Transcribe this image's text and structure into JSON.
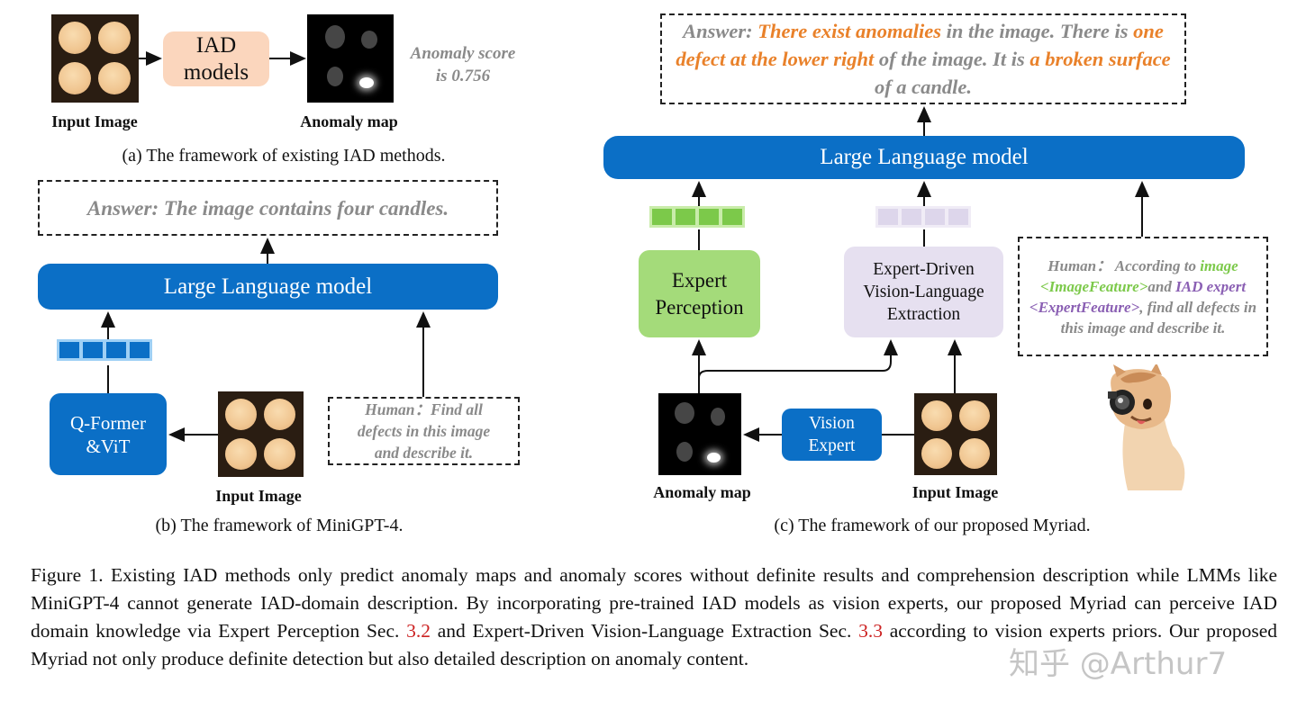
{
  "panel_a": {
    "iad_models": "IAD\nmodels",
    "anomaly_score": "Anomaly score\nis 0.756",
    "input_label": "Input Image",
    "map_label": "Anomaly map",
    "caption": "(a) The framework of existing IAD methods."
  },
  "panel_b": {
    "answer": "Answer: The image contains four candles.",
    "llm": "Large Language model",
    "qformer": "Q-Former\n&ViT",
    "human": "Human：Find all\ndefects in this image\nand describe it.",
    "input_label": "Input Image",
    "caption": "(b) The framework of MiniGPT-4."
  },
  "panel_c": {
    "answer_parts": [
      "Answer: ",
      "There exist anomalies",
      " in the image. There is ",
      "one defect at the lower right",
      " of the image. It is ",
      "a broken surface",
      " of a candle."
    ],
    "llm": "Large Language model",
    "expert_perception": "Expert\nPerception",
    "evle": "Expert-Driven\nVision-Language\nExtraction",
    "human_parts": [
      "Human： According to ",
      "image <ImageFeature>",
      "and ",
      "IAD expert <ExpertFeature>",
      ", find all defects in this image and describe it."
    ],
    "vision_expert": "Vision\nExpert",
    "map_label": "Anomaly map",
    "input_label": "Input Image",
    "caption": "(c) The framework of our proposed Myriad."
  },
  "figure_caption": {
    "t1": "Figure 1.  Existing IAD methods only predict anomaly maps and anomaly scores without definite results and comprehension description while LMMs like MiniGPT-4 cannot generate IAD-domain description. By incorporating pre-trained IAD models as vision experts, our proposed Myriad can perceive IAD domain knowledge via Expert Perception Sec. ",
    "ref1": "3.2",
    "t2": " and Expert-Driven Vision-Language Extraction Sec. ",
    "ref2": "3.3",
    "t3": " according to vision experts priors. Our proposed Myriad not only produce definite detection but also detailed description on anomaly content."
  },
  "watermark": "知乎 @Arthur7",
  "colors": {
    "llm_blue": "#0b6fc6",
    "orange": "#e9812a",
    "green_box": "#a4db7a",
    "purple_box": "#e6e0f0",
    "peach": "#fbd6bd",
    "ref_red": "#cc2222"
  }
}
